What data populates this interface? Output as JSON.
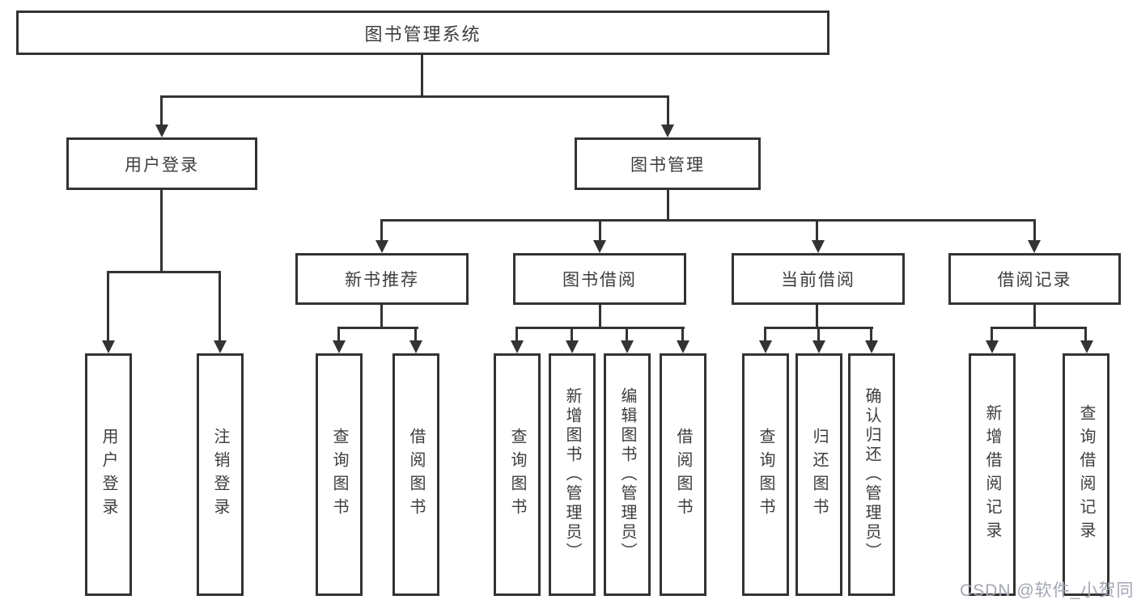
{
  "colors": {
    "line": "#333333",
    "node_border": "#333333",
    "node_fill": "#ffffff",
    "text": "#3d3d3d",
    "background": "#ffffff",
    "watermark": "#a3a7b3"
  },
  "diagram": {
    "title": "图书管理系统",
    "level2": {
      "user": "用户登录",
      "book": "图书管理"
    },
    "level3": {
      "recommend": "新书推荐",
      "borrow": "图书借阅",
      "current": "当前借阅",
      "record": "借阅记录"
    },
    "leaves": {
      "user": [
        "用户登录",
        "注销登录"
      ],
      "recommend": [
        "查询图书",
        "借阅图书"
      ],
      "borrow": [
        "查询图书",
        "新增图书（管理员）",
        "编辑图书（管理员）",
        "借阅图书"
      ],
      "current": [
        "查询图书",
        "归还图书",
        "确认归还（管理员）"
      ],
      "record": [
        "新增借阅记录",
        "查询借阅记录"
      ]
    }
  },
  "watermark": {
    "text": "CSDN @软件_小贺同学"
  }
}
